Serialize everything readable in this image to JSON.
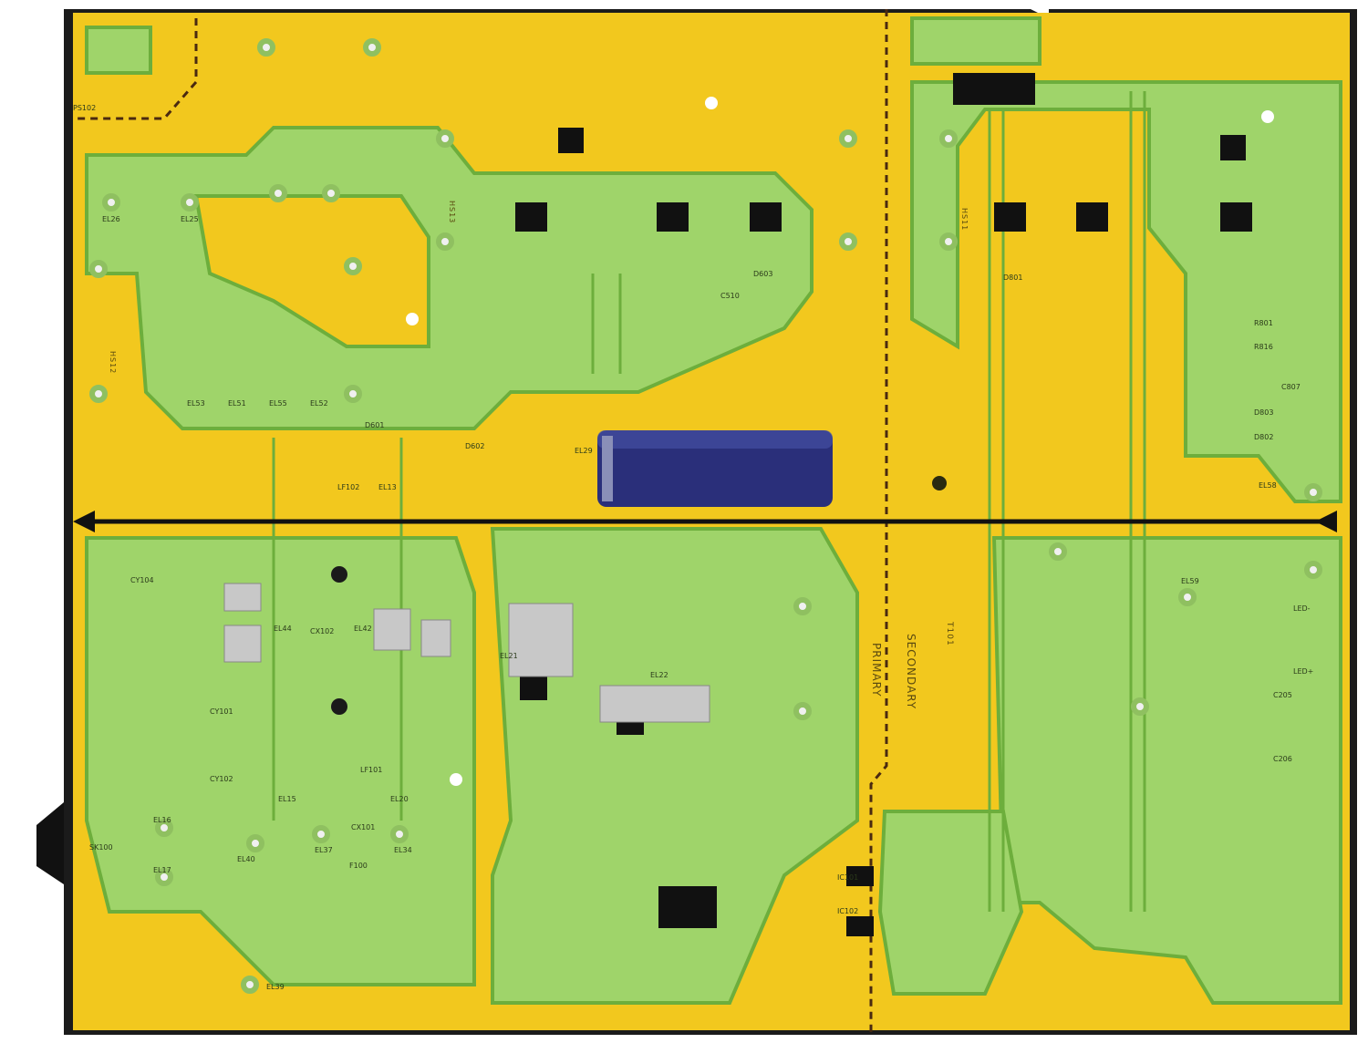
{
  "board": {
    "colors": {
      "substrate": "#f2c81e",
      "copper_green": "#9fd46a",
      "trace_dark": "#6dae3c",
      "edge": "#1b1b1b",
      "capacitor": "#2a2f7a",
      "chip": "#111111"
    },
    "isolation_labels": {
      "primary": "PRIMARY",
      "secondary": "SECONDARY",
      "transformer": "T101"
    },
    "components": [
      "EL26",
      "EL25",
      "EL53",
      "EL51",
      "EL55",
      "EL52",
      "D601",
      "D602",
      "EL29",
      "LF102",
      "EL13",
      "C510",
      "D603",
      "EL58",
      "C807",
      "EL59",
      "LED-",
      "LED+",
      "C205",
      "C206",
      "EL44",
      "EL42",
      "CX102",
      "CY104",
      "CY101",
      "CY102",
      "LF101",
      "EL15",
      "EL20",
      "CX101",
      "EL37",
      "EL34",
      "EL40",
      "EL16",
      "EL17",
      "EL39",
      "F100",
      "EL21",
      "EL22",
      "IC101",
      "IC102",
      "R801",
      "R816",
      "D801",
      "D802",
      "D803",
      "SK100",
      "PS102",
      "HS12",
      "HS13",
      "HS11"
    ]
  }
}
